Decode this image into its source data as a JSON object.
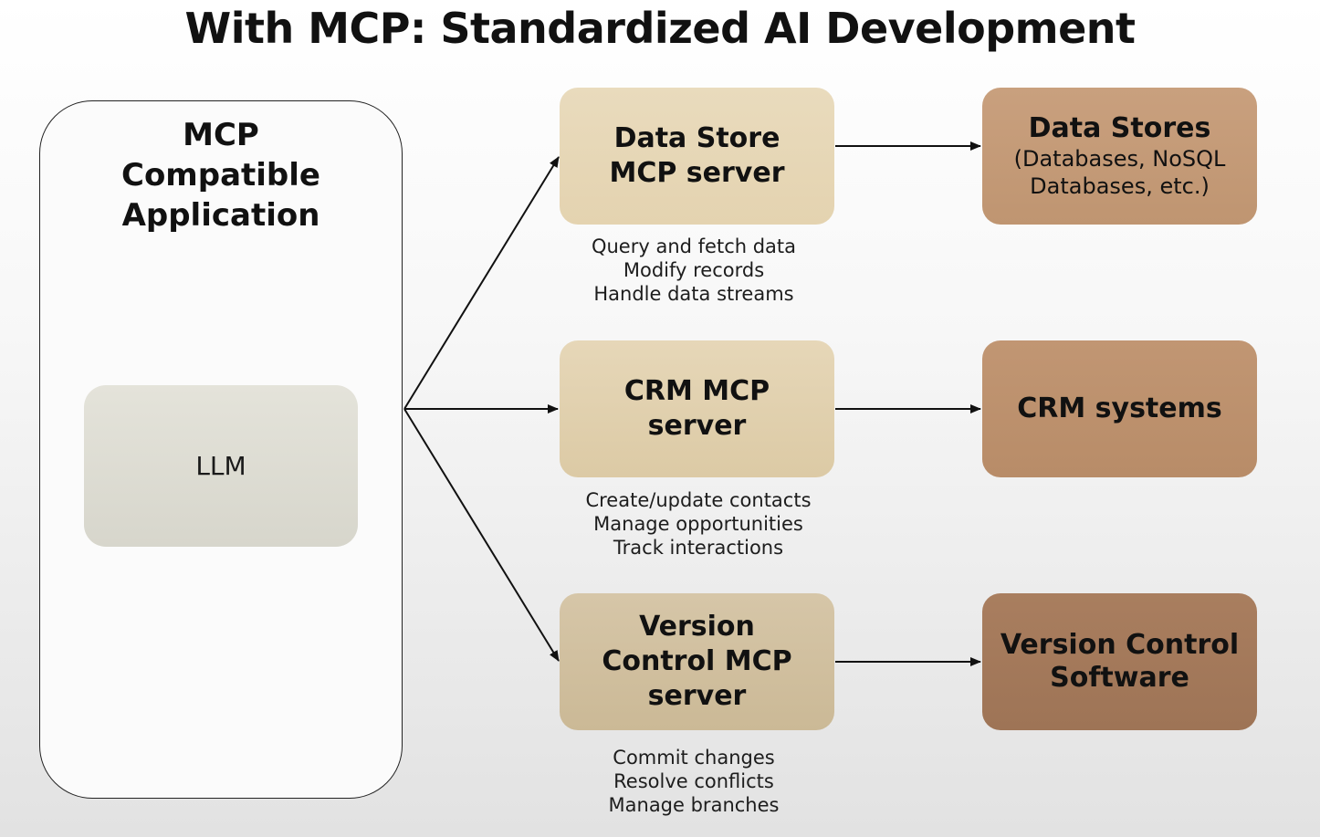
{
  "title": "With MCP: Standardized AI Development",
  "application": {
    "title_lines": [
      "MCP",
      "Compatible",
      "Application"
    ],
    "llm_label": "LLM"
  },
  "servers": [
    {
      "name_lines": [
        "Data Store",
        "MCP server"
      ],
      "capabilities": [
        "Query and fetch data",
        "Modify records",
        "Handle data streams"
      ]
    },
    {
      "name_lines": [
        "CRM MCP",
        "server"
      ],
      "capabilities": [
        "Create/update contacts",
        "Manage opportunities",
        "Track interactions"
      ]
    },
    {
      "name_lines": [
        "Version",
        "Control MCP",
        "server"
      ],
      "capabilities": [
        "Commit changes",
        "Resolve conflicts",
        "Manage branches"
      ]
    }
  ],
  "targets": [
    {
      "name_lines": [
        "Data Stores"
      ],
      "detail_lines": [
        "(Databases, NoSQL",
        "Databases, etc.)"
      ]
    },
    {
      "name_lines": [
        "CRM systems"
      ],
      "detail_lines": []
    },
    {
      "name_lines": [
        "Version Control",
        "Software"
      ],
      "detail_lines": []
    }
  ],
  "colors": {
    "server_fill": "#e6d6b4",
    "target_fill": "#c09572",
    "llm_fill": "#dddcd2",
    "arrow": "#111111"
  }
}
